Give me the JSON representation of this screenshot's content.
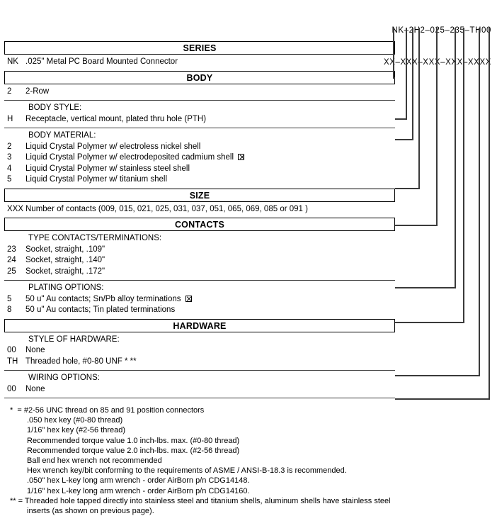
{
  "header": {
    "part_number": "NK–2H2–025–235–TH00",
    "mask": "XX–XXX–XXX–XXX–XXXX"
  },
  "sections": [
    {
      "id": "series",
      "band": "SERIES",
      "sublabel": null,
      "rows": [
        {
          "code": "NK",
          "desc": ".025\" Metal PC Board Mounted Connector",
          "marked": false
        }
      ]
    },
    {
      "id": "body",
      "band": "BODY",
      "sublabel": null,
      "rows": [
        {
          "code": "2",
          "desc": "2-Row",
          "marked": false
        }
      ]
    },
    {
      "id": "body-style",
      "band": null,
      "sublabel": "BODY STYLE:",
      "rows": [
        {
          "code": "H",
          "desc": "Receptacle, vertical mount, plated thru hole (PTH)",
          "marked": false
        }
      ]
    },
    {
      "id": "body-material",
      "band": null,
      "sublabel": "BODY MATERIAL:",
      "rows": [
        {
          "code": "2",
          "desc": "Liquid Crystal Polymer w/ electroless nickel shell",
          "marked": false
        },
        {
          "code": "3",
          "desc": "Liquid Crystal Polymer w/ electrodeposited cadmium shell",
          "marked": true
        },
        {
          "code": "4",
          "desc": "Liquid Crystal Polymer w/ stainless steel shell",
          "marked": false
        },
        {
          "code": "5",
          "desc": "Liquid Crystal Polymer w/ titanium shell",
          "marked": false
        }
      ]
    },
    {
      "id": "size",
      "band": "SIZE",
      "sublabel": null,
      "rows": [
        {
          "code": "XXX",
          "desc": "Number of contacts (009, 015, 021, 025, 031, 037, 051, 065, 069, 085 or 091 )",
          "marked": false
        }
      ]
    },
    {
      "id": "contacts",
      "band": "CONTACTS",
      "sublabel": "TYPE CONTACTS/TERMINATIONS:",
      "rows": [
        {
          "code": "23",
          "desc": "Socket, straight, .109\"",
          "marked": false
        },
        {
          "code": "24",
          "desc": "Socket, straight, .140\"",
          "marked": false
        },
        {
          "code": "25",
          "desc": "Socket, straight, .172\"",
          "marked": false
        }
      ]
    },
    {
      "id": "plating",
      "band": null,
      "sublabel": "PLATING OPTIONS:",
      "rows": [
        {
          "code": "5",
          "desc": "50 u\" Au contacts; Sn/Pb alloy terminations",
          "marked": true
        },
        {
          "code": "8",
          "desc": "50 u\" Au contacts; Tin plated terminations",
          "marked": false
        }
      ]
    },
    {
      "id": "hardware",
      "band": "HARDWARE",
      "sublabel": "STYLE OF HARDWARE:",
      "rows": [
        {
          "code": "00",
          "desc": "None",
          "marked": false
        },
        {
          "code": "TH",
          "desc": "Threaded hole, #0-80 UNF * **",
          "marked": false
        }
      ]
    },
    {
      "id": "wiring",
      "band": null,
      "sublabel": "WIRING OPTIONS:",
      "rows": [
        {
          "code": "00",
          "desc": "None",
          "marked": false
        }
      ]
    }
  ],
  "footnotes": [
    {
      "marker": "*  =",
      "text": "#2-56 UNC thread on 85 and 91 position connectors",
      "indent": 0
    },
    {
      "marker": "",
      "text": ".050 hex key (#0-80 thread)",
      "indent": 1
    },
    {
      "marker": "",
      "text": "1/16\" hex key (#2-56 thread)",
      "indent": 1
    },
    {
      "marker": "",
      "text": "Recommended torque value 1.0 inch-lbs. max. (#0-80 thread)",
      "indent": 1
    },
    {
      "marker": "",
      "text": "Recommended torque value 2.0 inch-lbs. max. (#2-56 thread)",
      "indent": 1
    },
    {
      "marker": "",
      "text": "Ball end hex wrench not recommended",
      "indent": 1
    },
    {
      "marker": "",
      "text": "Hex wrench key/bit conforming to the requirements of ASME / ANSI-B-18.3 is recommended.",
      "indent": 1
    },
    {
      "marker": "",
      "text": ".050\" hex L-key long arm wrench - order AirBorn p/n CDG14148.",
      "indent": 1
    },
    {
      "marker": "",
      "text": "1/16\" hex L-key long arm wrench - order AirBorn p/n CDG14160.",
      "indent": 1
    },
    {
      "marker": "** =",
      "text": "Threaded hole tapped directly into stainless steel and titanium shells, aluminum shells have stainless steel",
      "indent": 0
    },
    {
      "marker": "",
      "text": "inserts (as shown on previous page).",
      "indent": 1
    }
  ],
  "colors": {
    "ink": "#000000",
    "rule": "#3a3a3a",
    "background": "#ffffff"
  }
}
